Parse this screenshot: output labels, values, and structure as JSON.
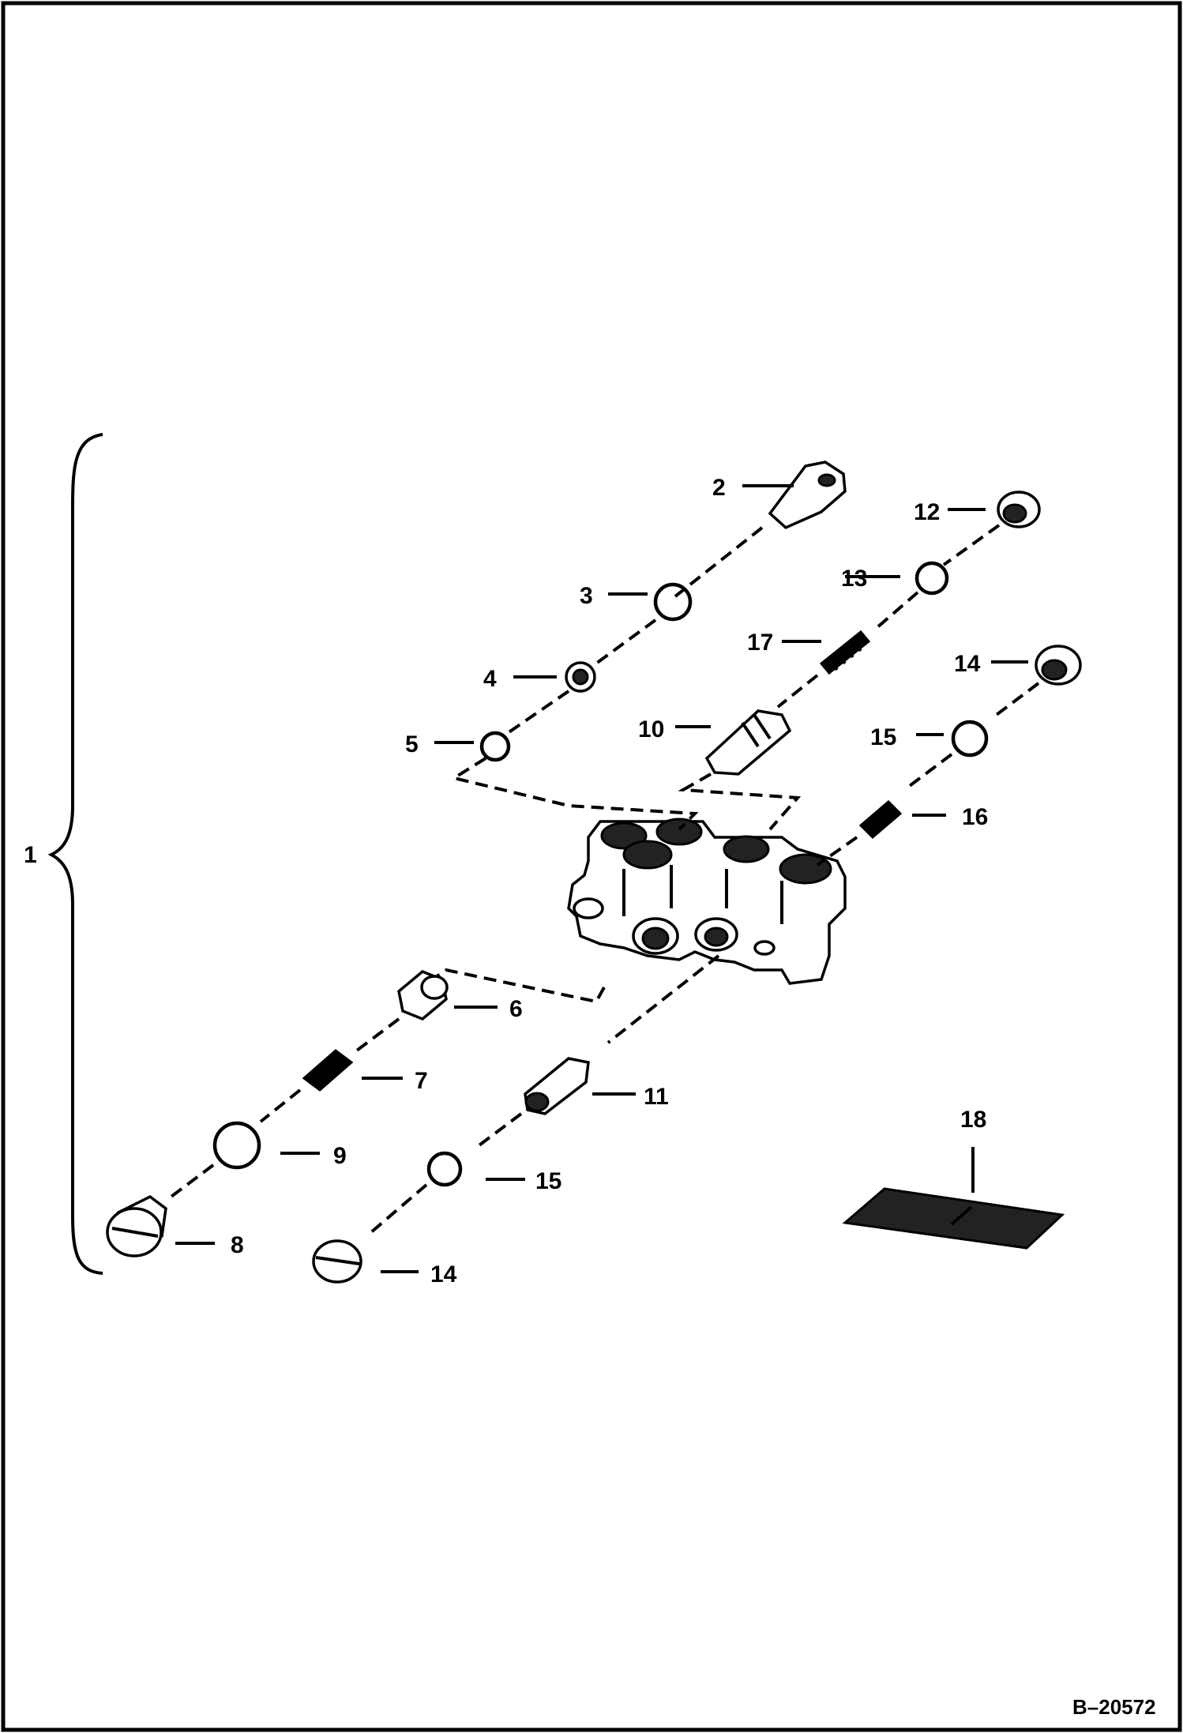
{
  "figure_id": "B–20572",
  "callouts": {
    "c1": "1",
    "c2": "2",
    "c3": "3",
    "c4": "4",
    "c5": "5",
    "c6": "6",
    "c7": "7",
    "c8": "8",
    "c9": "9",
    "c10": "10",
    "c11": "11",
    "c12": "12",
    "c13": "13",
    "c14a": "14",
    "c14b": "14",
    "c15a": "15",
    "c15b": "15",
    "c16": "16",
    "c17": "17",
    "c18": "18"
  }
}
